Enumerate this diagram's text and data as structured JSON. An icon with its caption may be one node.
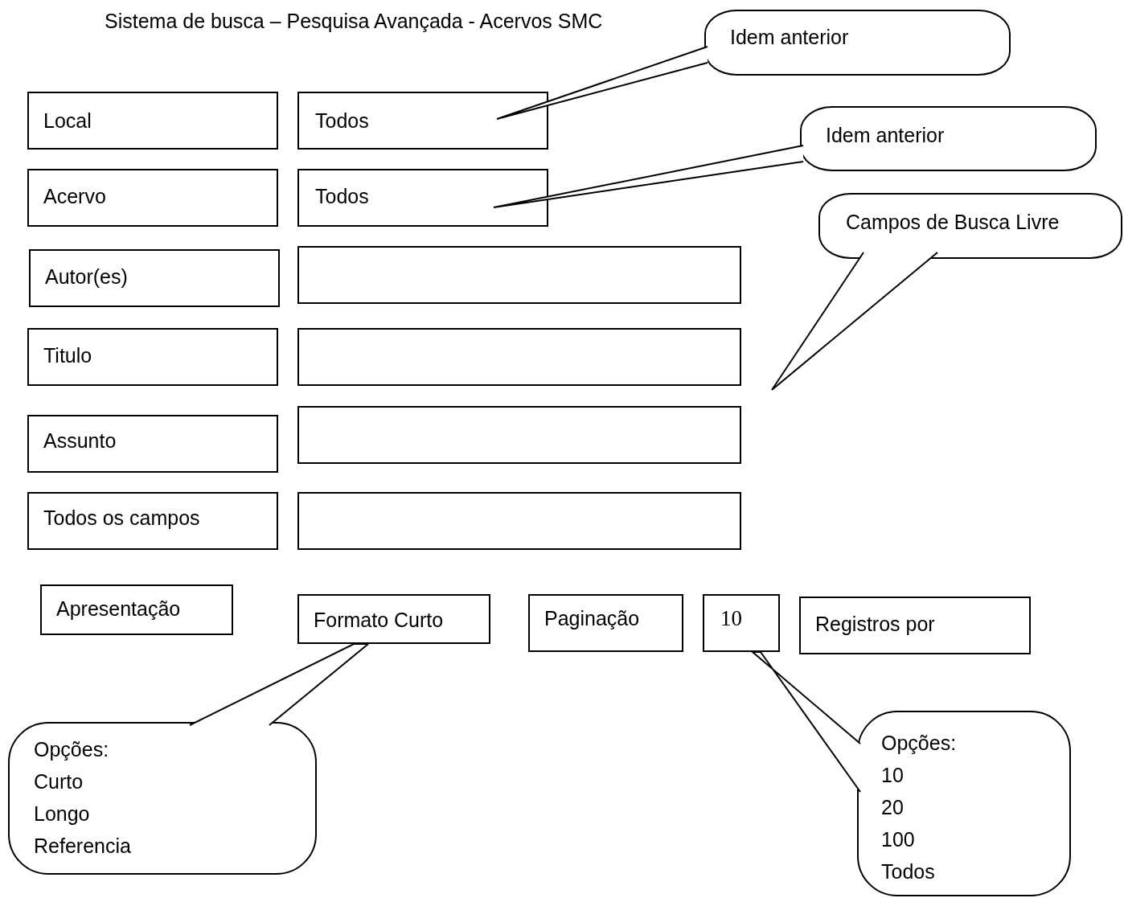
{
  "diagram": {
    "title": "Sistema de busca – Pesquisa Avançada - Acervos SMC",
    "nodes": [
      {
        "text": [
          "Idem anterior"
        ]
      },
      {
        "text": [
          "Local"
        ]
      },
      {
        "text": [
          "Todos"
        ]
      },
      {
        "text": [
          "Idem anterior"
        ]
      },
      {
        "text": [
          "Acervo"
        ]
      },
      {
        "text": [
          "Todos"
        ]
      },
      {
        "text": [
          "Campos de Busca Livre"
        ]
      },
      {
        "text": [
          "Autor(es)"
        ]
      },
      {
        "text": [],
        "shape": "box"
      },
      {
        "text": [
          "Titulo"
        ]
      },
      {
        "text": [],
        "shape": "box"
      },
      {
        "text": [
          "Assunto"
        ]
      },
      {
        "text": [],
        "shape": "box"
      },
      {
        "text": [
          "Todos os campos"
        ]
      },
      {
        "text": [],
        "shape": "box"
      },
      {
        "text": [
          "Apresentação"
        ]
      },
      {
        "text": [
          "Formato Curto"
        ]
      },
      {
        "text": [
          "Paginação"
        ]
      },
      {
        "text": [
          "10"
        ]
      },
      {
        "text": [
          "Registros por"
        ]
      },
      {
        "text": [
          "Opções:",
          "Curto",
          "Longo",
          "Referencia"
        ]
      },
      {
        "text": [
          "Opções:",
          "10",
          "20",
          "100",
          "Todos"
        ]
      }
    ],
    "edges": [
      {
        "from": 0,
        "to": 2,
        "arrow": "none"
      },
      {
        "from": 3,
        "to": 5,
        "arrow": "none"
      },
      {
        "from": 6,
        "to": null,
        "arrow": "none"
      },
      {
        "from": 20,
        "to": 16,
        "arrow": "none"
      },
      {
        "from": 21,
        "to": 18,
        "arrow": "none"
      }
    ]
  }
}
